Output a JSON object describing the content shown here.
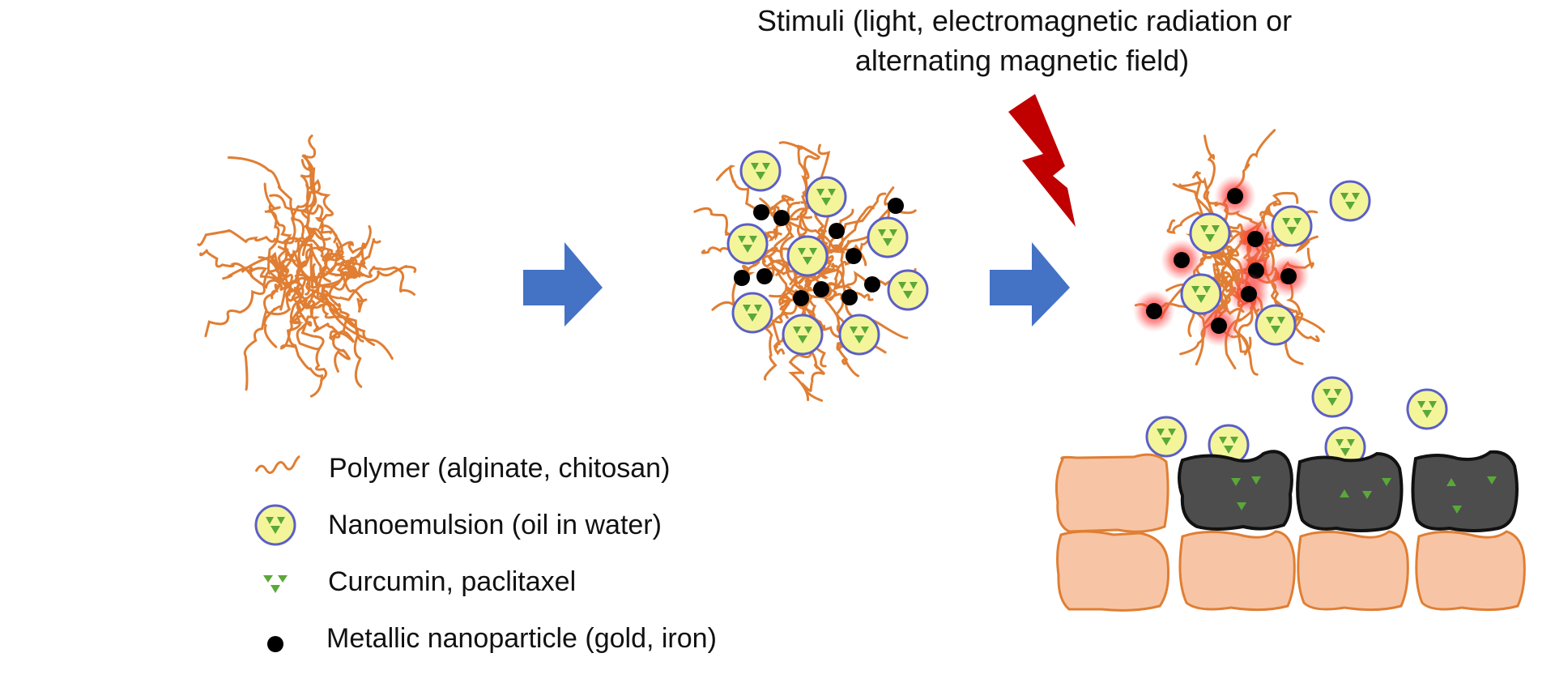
{
  "stimuli": {
    "line1": "Stimuli (light, electromagnetic radiation or",
    "line2": "alternating magnetic field)"
  },
  "legend": {
    "polymer": "Polymer (alginate, chitosan)",
    "nanoemulsion": "Nanoemulsion (oil in water)",
    "drug": "Curcumin, paclitaxel",
    "metal": "Metallic nanoparticle (gold, iron)"
  },
  "colors": {
    "polymer": "#e07e33",
    "arrow": "#4472c4",
    "droplet_fill": "#f4f59a",
    "droplet_ring": "#5b5fc7",
    "drug": "#5aa83a",
    "metal": "#000000",
    "lightning": "#c00000",
    "healthy_cell": "#f7c5a6",
    "cell_outline": "#e07e33",
    "tumor_cell": "#4d4d4d"
  }
}
